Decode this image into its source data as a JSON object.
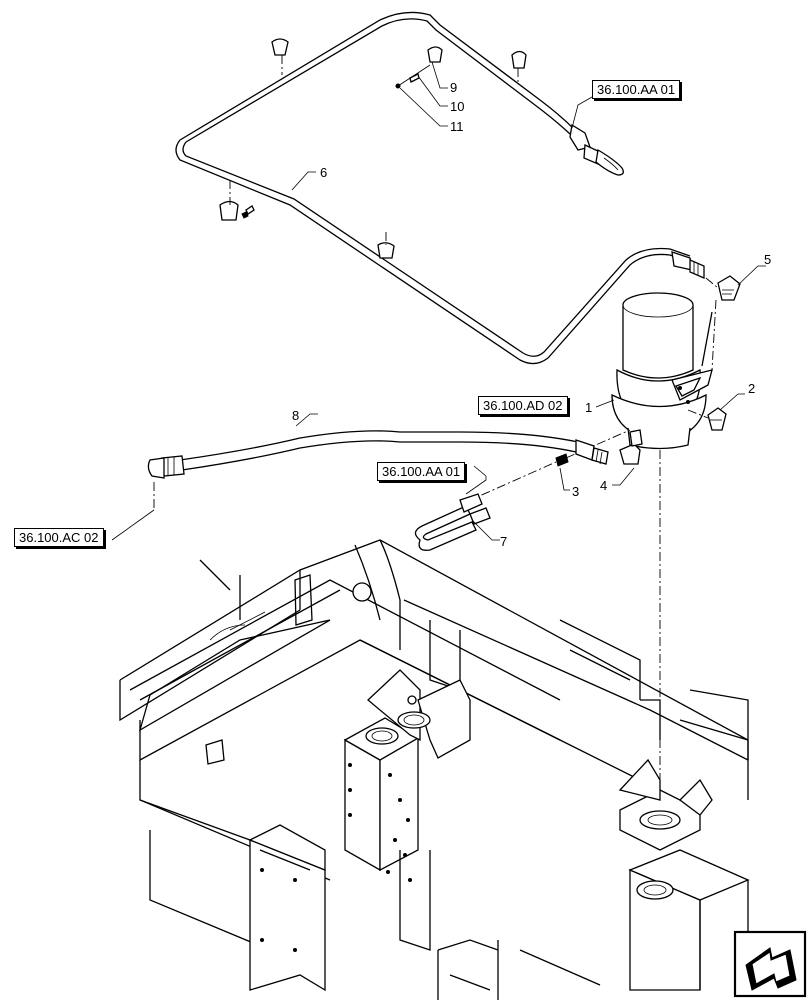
{
  "callouts": {
    "c1": "1",
    "c2": "2",
    "c3": "3",
    "c4": "4",
    "c5": "5",
    "c6": "6",
    "c7": "7",
    "c8": "8",
    "c9": "9",
    "c10": "10",
    "c11": "11"
  },
  "refs": {
    "ref_aa01_top": "36.100.AA 01",
    "ref_ad02": "36.100.AD 02",
    "ref_aa01_mid": "36.100.AA 01",
    "ref_ac02": "36.100.AC 02"
  },
  "nav_icon": "next-page-arrow-icon"
}
